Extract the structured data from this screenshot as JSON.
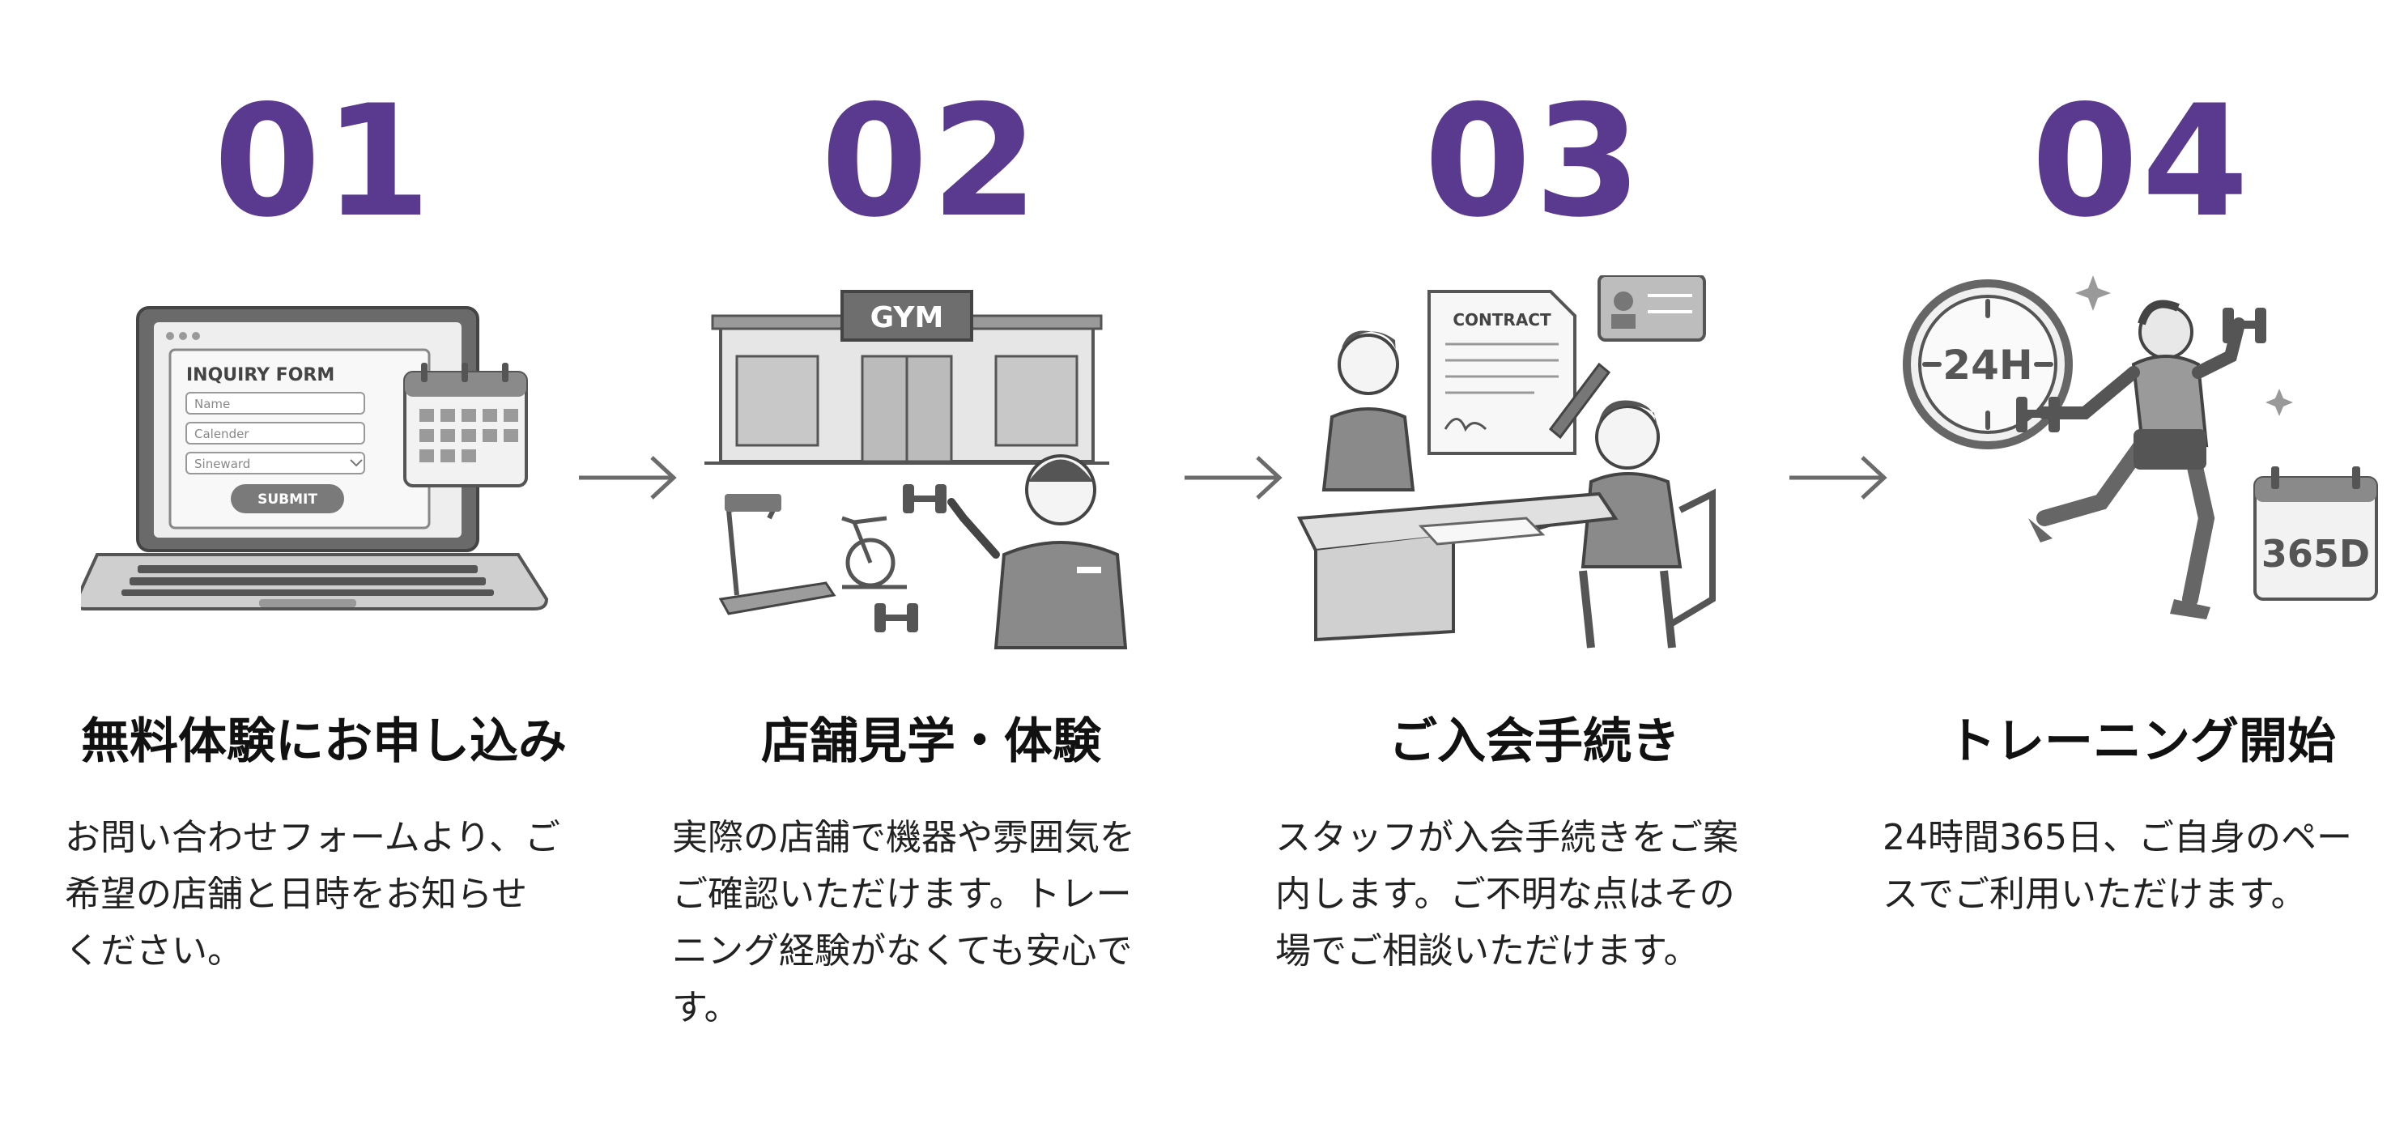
{
  "steps": [
    {
      "number": "01",
      "title": "無料体験にお申し込み",
      "desc_lines": [
        "お問い合わせフォームより、ご",
        "希望の店舗と日時をお知らせ",
        "ください。"
      ],
      "illustration": {
        "icon": "laptop-inquiry-form-icon",
        "form_title": "INQUIRY FORM",
        "field_1": "Name",
        "field_2": "Calender",
        "field_3": "Sineward",
        "button": "SUBMIT"
      }
    },
    {
      "number": "02",
      "title": "店舗見学・体験",
      "desc_lines": [
        "実際の店舗で機器や雰囲気を",
        "ご確認いただけます。トレー",
        "ニング経験がなくても安心で",
        "す。"
      ],
      "illustration": {
        "icon": "gym-building-staff-icon",
        "sign": "GYM"
      }
    },
    {
      "number": "03",
      "title": "ご入会手続き",
      "desc_lines": [
        "スタッフが入会手続きをご案",
        "内します。ご不明な点はその",
        "場でご相談いただけます。"
      ],
      "illustration": {
        "icon": "contract-signing-icon",
        "doc_title": "CONTRACT"
      }
    },
    {
      "number": "04",
      "title": "トレーニング開始",
      "desc_lines": [
        "24時間365日、ご自身のペー",
        "スでご利用いただけます。"
      ],
      "illustration": {
        "icon": "24h-365d-runner-icon",
        "clock_label": "24H",
        "calendar_label": "365D"
      }
    }
  ],
  "colors": {
    "number": "#5a3a8e",
    "title": "#111111",
    "text": "#222222",
    "arrow": "#6b6b6b",
    "illustration_stroke": "#555555",
    "illustration_fill": "#d9d9d9"
  }
}
